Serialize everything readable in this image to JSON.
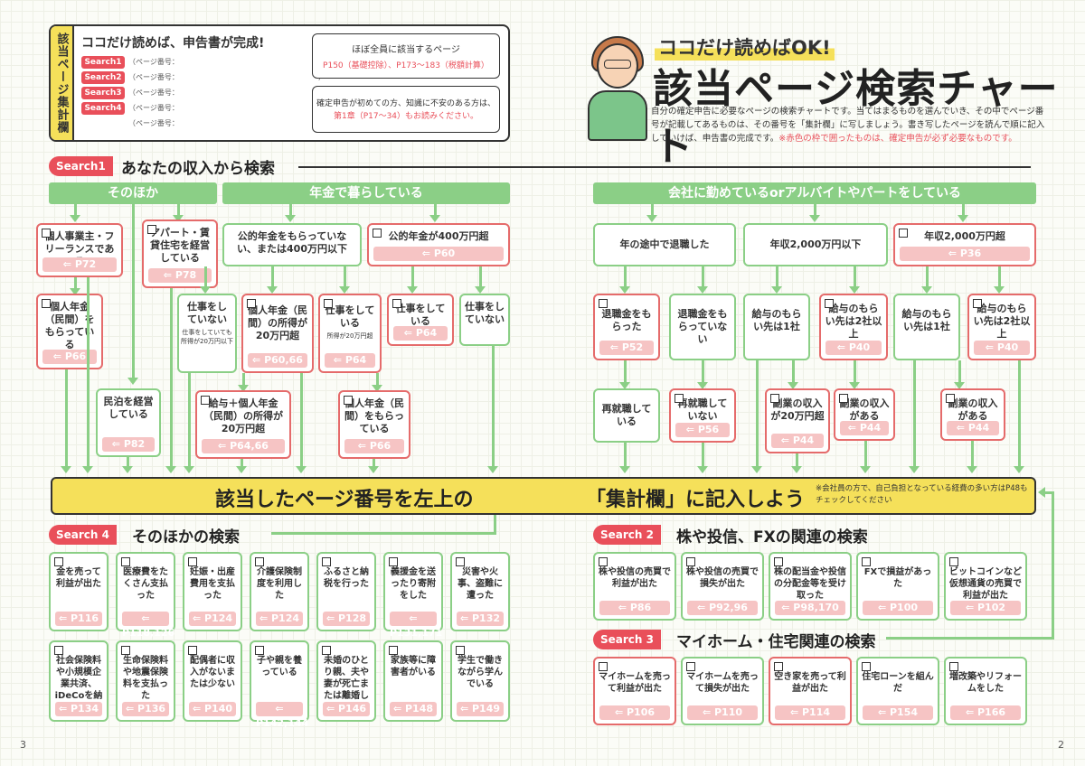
{
  "tally": {
    "side_label": "該当ページ集計欄",
    "title": "ココだけ読めば、申告書が完成!",
    "rows": [
      {
        "tag": "Search1",
        "text": "（ページ番号：",
        "close": "）"
      },
      {
        "tag": "Search2",
        "text": "（ページ番号：",
        "close": "）"
      },
      {
        "tag": "Search3",
        "text": "（ページ番号：",
        "close": "）"
      },
      {
        "tag": "Search4",
        "text": "（ページ番号：",
        "close": "）"
      },
      {
        "tag": "",
        "text": "（ページ番号：",
        "close": "）"
      }
    ],
    "info1_line1": "ほぼ全員に該当するページ",
    "info1_line2": "P150（基礎控除）、P173〜183（税額計算）",
    "info2_line1": "確定申告が初めての方、知識に不安のある方は、",
    "info2_line2": "第1章（P17〜34）もお読みください。"
  },
  "header": {
    "subtitle": "ココだけ読めばOK!",
    "title": "該当ページ検索チャート",
    "desc": "自分の確定申告に必要なページの検索チャートです。当てはまるものを選んでいき、その中でページ番号が記載してあるものは、その番号を「集計欄」に写しましょう。書き写したページを読んで順に記入していけば、申告書の完成です。",
    "desc_red": "※赤色の枠で囲ったものは、確定申告が必ず必要なものです。"
  },
  "search1": {
    "badge": "Search1",
    "heading": "あなたの収入から検索",
    "bar_other": "そのほか",
    "bar_pension": "年金で暮らしている",
    "bar_company": "会社に勤めているorアルバイトやパートをしている",
    "b_self_t": "個人事業主・フリーランスである",
    "b_self_p": "P72",
    "b_apart_t": "アパート・賃貸住宅を経営している",
    "b_apart_p": "P78",
    "b_pen_no_t": "公的年金をもらっていない、または400万円以下",
    "b_pen_400_t": "公的年金が400万円超",
    "b_pen_400_p": "P60",
    "b_private_pen_t": "個人年金（民間）をもらっている",
    "b_private_pen_p": "P66",
    "b_nowork_t": "仕事をしていない",
    "b_nowork_s": "仕事をしていても所得が20万円以下",
    "b_privinc_t": "個人年金（民間）の所得が20万円超",
    "b_privinc_p": "P60,66",
    "b_work_t": "仕事をしている",
    "b_work_s": "所得が20万円超",
    "b_work_p": "P64",
    "b_work2_t": "仕事をしている",
    "b_work2_p": "P64",
    "b_nowork2_t": "仕事をしていない",
    "b_minpaku_t": "民泊を経営している",
    "b_minpaku_p": "P82",
    "b_salary_t": "給与＋個人年金（民間）の所得が20万円超",
    "b_salary_p": "P64,66",
    "b_private_pen2_t": "個人年金（民間）をもらっている",
    "b_private_pen2_p": "P66",
    "b_retire_t": "年の途中で退職した",
    "b_under2000_t": "年収2,000万円以下",
    "b_over2000_t": "年収2,000万円超",
    "b_over2000_p": "P36",
    "b_sev_yes_t": "退職金をもらった",
    "b_sev_yes_p": "P52",
    "b_sev_no_t": "退職金をもらっていない",
    "b_one1_t": "給与のもらい先は1社",
    "b_two1_t": "給与のもらい先は2社以上",
    "b_two1_p": "P40",
    "b_one2_t": "給与のもらい先は1社",
    "b_two2_t": "給与のもらい先は2社以上",
    "b_two2_p": "P40",
    "b_rejob_t": "再就職している",
    "b_norejob_t": "再就職していない",
    "b_norejob_p": "P56",
    "b_side1_t": "副業の収入が20万円超",
    "b_side1_p": "P44",
    "b_side2_t": "副業の収入がある",
    "b_side2_p": "P44",
    "b_side3_t": "副業の収入がある",
    "b_side3_p": "P44"
  },
  "banner": {
    "text1": "該当したページ番号を左上の",
    "text2": "「集計欄」に記入しよう",
    "note": "※会社員の方で、自己負担となっている経費の多い方はP48もチェックしてください"
  },
  "search4": {
    "badge": "Search 4",
    "heading": "そのほかの検索",
    "row1": [
      {
        "t": "金を売って利益が出た",
        "p": "P116"
      },
      {
        "t": "医療費をたくさん支払った",
        "p": "P118,126"
      },
      {
        "t": "妊娠・出産費用を支払った",
        "p": "P124"
      },
      {
        "t": "介護保険制度を利用した",
        "p": "P124"
      },
      {
        "t": "ふるさと納税を行った",
        "p": "P128"
      },
      {
        "t": "義援金を送ったり寄附をした",
        "p": "P131,171"
      },
      {
        "t": "災害や火事、盗難に遭った",
        "p": "P132"
      }
    ],
    "row2": [
      {
        "t": "社会保険料や小規模企業共済、iDeCoを納めた",
        "p": "P134"
      },
      {
        "t": "生命保険料や地震保険料を支払った",
        "p": "P136"
      },
      {
        "t": "配偶者に収入がないまたは少ない",
        "p": "P140"
      },
      {
        "t": "子や親を養っている",
        "p": "P142,144"
      },
      {
        "t": "未婚のひとり親、夫や妻が死亡または離婚した",
        "p": "P146"
      },
      {
        "t": "家族等に障害者がいる",
        "p": "P148"
      },
      {
        "t": "学生で働きながら学んでいる",
        "p": "P149"
      }
    ]
  },
  "search2": {
    "badge": "Search 2",
    "heading": "株や投信、FXの関連の検索",
    "items": [
      {
        "t": "株や投信の売買で利益が出た",
        "p": "P86"
      },
      {
        "t": "株や投信の売買で損失が出た",
        "p": "P92,96"
      },
      {
        "t": "株の配当金や投信の分配金等を受け取った",
        "p": "P98,170"
      },
      {
        "t": "FXで損益があった",
        "p": "P100"
      },
      {
        "t": "ビットコインなど仮想通貨の売買で利益が出た",
        "p": "P102"
      }
    ]
  },
  "search3": {
    "badge": "Search 3",
    "heading": "マイホーム・住宅関連の検索",
    "items": [
      {
        "t": "マイホームを売って利益が出た",
        "p": "P106"
      },
      {
        "t": "マイホームを売って損失が出た",
        "p": "P110"
      },
      {
        "t": "空き家を売って利益が出た",
        "p": "P114"
      },
      {
        "t": "住宅ローンを組んだ",
        "p": "P154"
      },
      {
        "t": "増改築やリフォームをした",
        "p": "P166"
      }
    ]
  },
  "page_left": "3",
  "page_right": "2"
}
